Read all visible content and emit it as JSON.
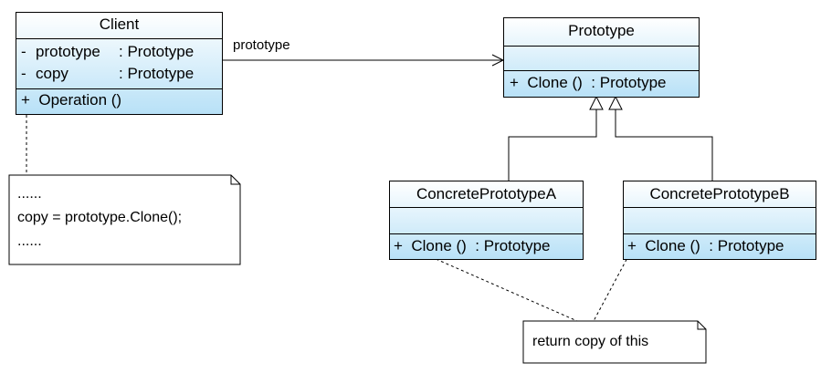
{
  "classes": {
    "client": {
      "name": "Client",
      "attributes": [
        {
          "vis": "-",
          "name": "prototype",
          "type": ": Prototype"
        },
        {
          "vis": "-",
          "name": "copy",
          "type": ": Prototype"
        }
      ],
      "operations": [
        "+  Operation ()"
      ]
    },
    "prototype": {
      "name": "Prototype",
      "operations": [
        "+  Clone ()  : Prototype"
      ]
    },
    "concrete_a": {
      "name": "ConcretePrototypeA",
      "operations": [
        "+  Clone ()  : Prototype"
      ]
    },
    "concrete_b": {
      "name": "ConcretePrototypeB",
      "operations": [
        "+  Clone ()  : Prototype"
      ]
    }
  },
  "association": {
    "label": "prototype"
  },
  "notes": {
    "client_note": [
      "......",
      "copy = prototype.Clone();",
      "......"
    ],
    "clone_note": "return copy of this"
  }
}
